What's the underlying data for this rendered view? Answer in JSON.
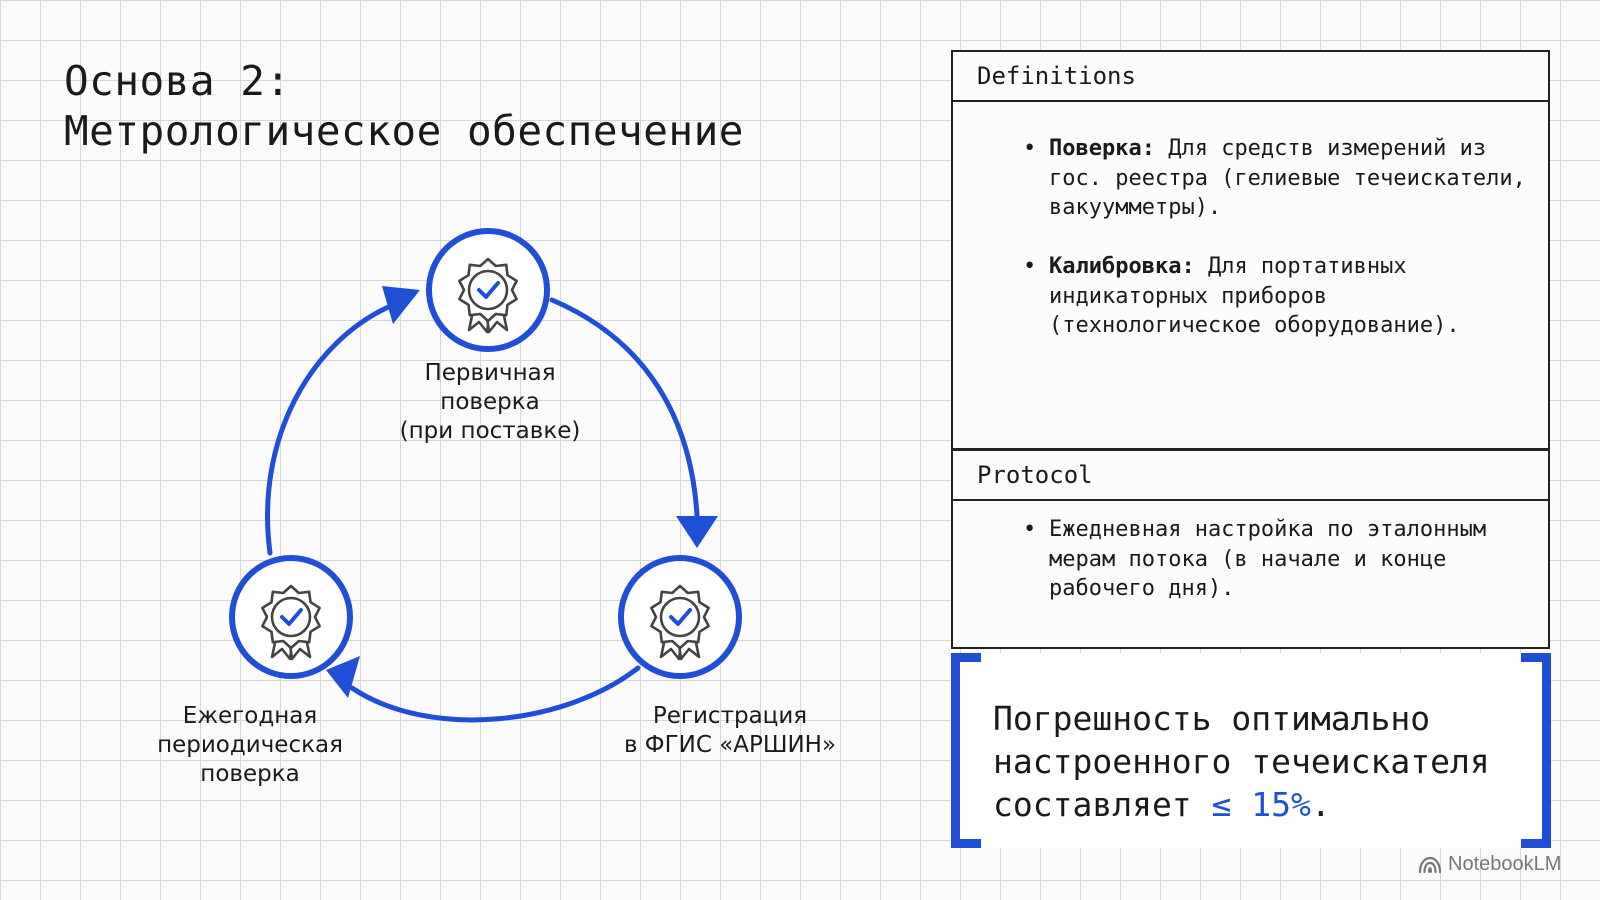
{
  "title": {
    "line1": "Основа 2:",
    "line2": "Метрологическое обеспечение"
  },
  "colors": {
    "accent": "#1f4fd6",
    "text": "#1a1a1a",
    "grid": "#d6d6d6",
    "background": "#fbfbfb"
  },
  "cycle": {
    "nodes": [
      {
        "icon": "award-badge-check-icon",
        "lines": [
          "Первичная",
          "поверка",
          "(при поставке)"
        ]
      },
      {
        "icon": "award-badge-check-icon",
        "lines": [
          "Регистрация",
          "в ФГИС «АРШИН»"
        ]
      },
      {
        "icon": "award-badge-check-icon",
        "lines": [
          "Ежегодная",
          "периодическая",
          "поверка"
        ]
      }
    ]
  },
  "definitions": {
    "header": "Definitions",
    "items": [
      {
        "term": "Поверка:",
        "text": " Для средств измерений из гос. реестра (гелиевые течеискатели, вакуумметры)."
      },
      {
        "term": "Калибровка:",
        "text": " Для портативных индикаторных приборов (технологическое оборудование)."
      }
    ]
  },
  "protocol": {
    "header": "Protocol",
    "items": [
      {
        "text": "Ежедневная настройка по эталонным мерам потока (в начале и конце рабочего дня)."
      }
    ]
  },
  "callout": {
    "text": "Погрешность оптимально настроенного течеискателя составляет ",
    "highlight": "≤ 15%",
    "suffix": "."
  },
  "brand": {
    "name": "NotebookLM",
    "icon": "notebooklm-logo-icon"
  }
}
